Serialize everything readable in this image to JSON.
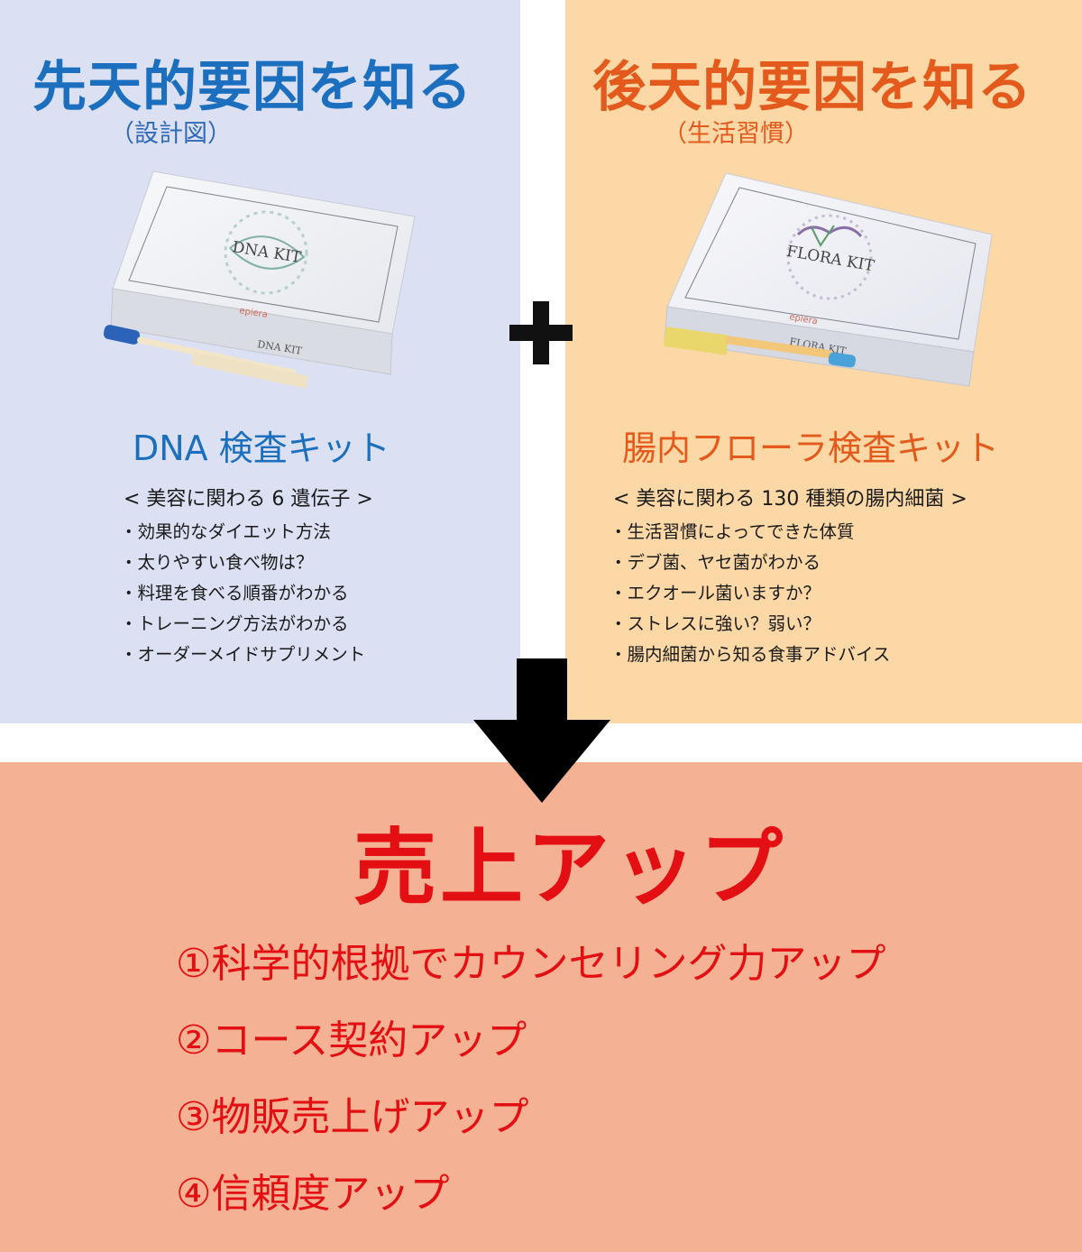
{
  "left": {
    "heading": "先天的要因を知る",
    "subheading": "（設計図）",
    "kit_name": "DNA 検査キット",
    "feature": "< 美容に関わる 6 遺伝子 >",
    "bullets": [
      "効果的なダイエット方法",
      "太りやすい食べ物は？",
      "料理を食べる順番がわかる",
      "トレーニング方法がわかる",
      "オーダーメイドサプリメント"
    ],
    "box_label": "DNA KIT",
    "box_side_label": "DNA KIT",
    "box_brand": "epiera",
    "accent": "#1c6fbe"
  },
  "right": {
    "heading": "後天的要因を知る",
    "subheading": "（生活習慣）",
    "kit_name": "腸内フローラ検査キット",
    "feature": "< 美容に関わる 130 種類の腸内細菌 >",
    "bullets": [
      "生活習慣によってできた体質",
      "デブ菌、ヤセ菌がわかる",
      "エクオール菌いますか？",
      "ストレスに強い？弱い？",
      "腸内細菌から知る食事アドバイス"
    ],
    "box_label": "FLORA KIT",
    "box_side_label": "FLORA KIT",
    "box_brand": "epiera",
    "accent": "#e45a1c"
  },
  "result": {
    "title": "売上アップ",
    "benefits": [
      "①科学的根拠でカウンセリング力アップ",
      "②コース契約アップ",
      "③物販売上げアップ",
      "④信頼度アップ"
    ],
    "accent": "#e30f12"
  },
  "colors": {
    "left_panel": "#dbe0f3",
    "right_panel": "#fbd8a6",
    "bottom_panel": "#f4b194"
  },
  "icons": {
    "combine": "plus-icon",
    "flow": "down-arrow-icon"
  }
}
